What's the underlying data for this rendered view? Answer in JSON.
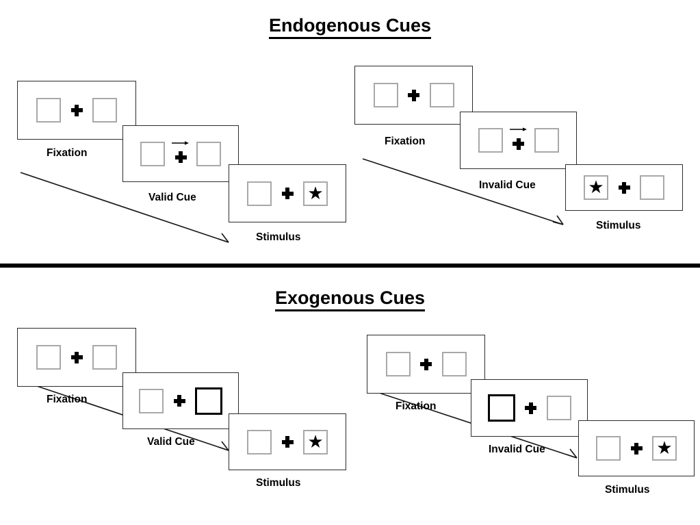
{
  "figure": {
    "title_endogenous": "Endogenous Cues",
    "title_exogenous": "Exogenous Cues",
    "divider_color": "#000000",
    "panel_border_color": "#2b2b2b",
    "placeholder_box_color": "#a8a8a8",
    "cue_box_color": "#000000",
    "star_glyph": "★",
    "arrow_glyph": "→"
  },
  "sections": [
    {
      "id": "endogenous",
      "title": "Endogenous Cues",
      "cue_type": "central-arrow",
      "columns": [
        {
          "id": "endogenous-valid",
          "validity": "Valid",
          "frames": [
            {
              "label": "Fixation",
              "left_box": "empty",
              "right_box": "empty",
              "cue": "none"
            },
            {
              "label": "Valid Cue",
              "left_box": "empty",
              "right_box": "empty",
              "cue": "arrow-right"
            },
            {
              "label": "Stimulus",
              "left_box": "empty",
              "right_box": "star",
              "cue": "none"
            }
          ]
        },
        {
          "id": "endogenous-invalid",
          "validity": "Invalid",
          "frames": [
            {
              "label": "Fixation",
              "left_box": "empty",
              "right_box": "empty",
              "cue": "none"
            },
            {
              "label": "Invalid Cue",
              "left_box": "empty",
              "right_box": "empty",
              "cue": "arrow-right"
            },
            {
              "label": "Stimulus",
              "left_box": "star",
              "right_box": "empty",
              "cue": "none"
            }
          ]
        }
      ]
    },
    {
      "id": "exogenous",
      "title": "Exogenous Cues",
      "cue_type": "peripheral-box-flash",
      "columns": [
        {
          "id": "exogenous-valid",
          "validity": "Valid",
          "frames": [
            {
              "label": "Fixation",
              "left_box": "empty",
              "right_box": "empty",
              "cue": "none"
            },
            {
              "label": "Valid Cue",
              "left_box": "empty",
              "right_box": "highlight",
              "cue": "box-right"
            },
            {
              "label": "Stimulus",
              "left_box": "empty",
              "right_box": "star",
              "cue": "none"
            }
          ]
        },
        {
          "id": "exogenous-invalid",
          "validity": "Invalid",
          "frames": [
            {
              "label": "Fixation",
              "left_box": "empty",
              "right_box": "empty",
              "cue": "none"
            },
            {
              "label": "Invalid Cue",
              "left_box": "highlight",
              "right_box": "empty",
              "cue": "box-left"
            },
            {
              "label": "Stimulus",
              "left_box": "empty",
              "right_box": "star",
              "cue": "none"
            }
          ]
        }
      ]
    }
  ],
  "labels": {
    "fixation": "Fixation",
    "valid_cue": "Valid Cue",
    "invalid_cue": "Invalid Cue",
    "stimulus": "Stimulus"
  }
}
